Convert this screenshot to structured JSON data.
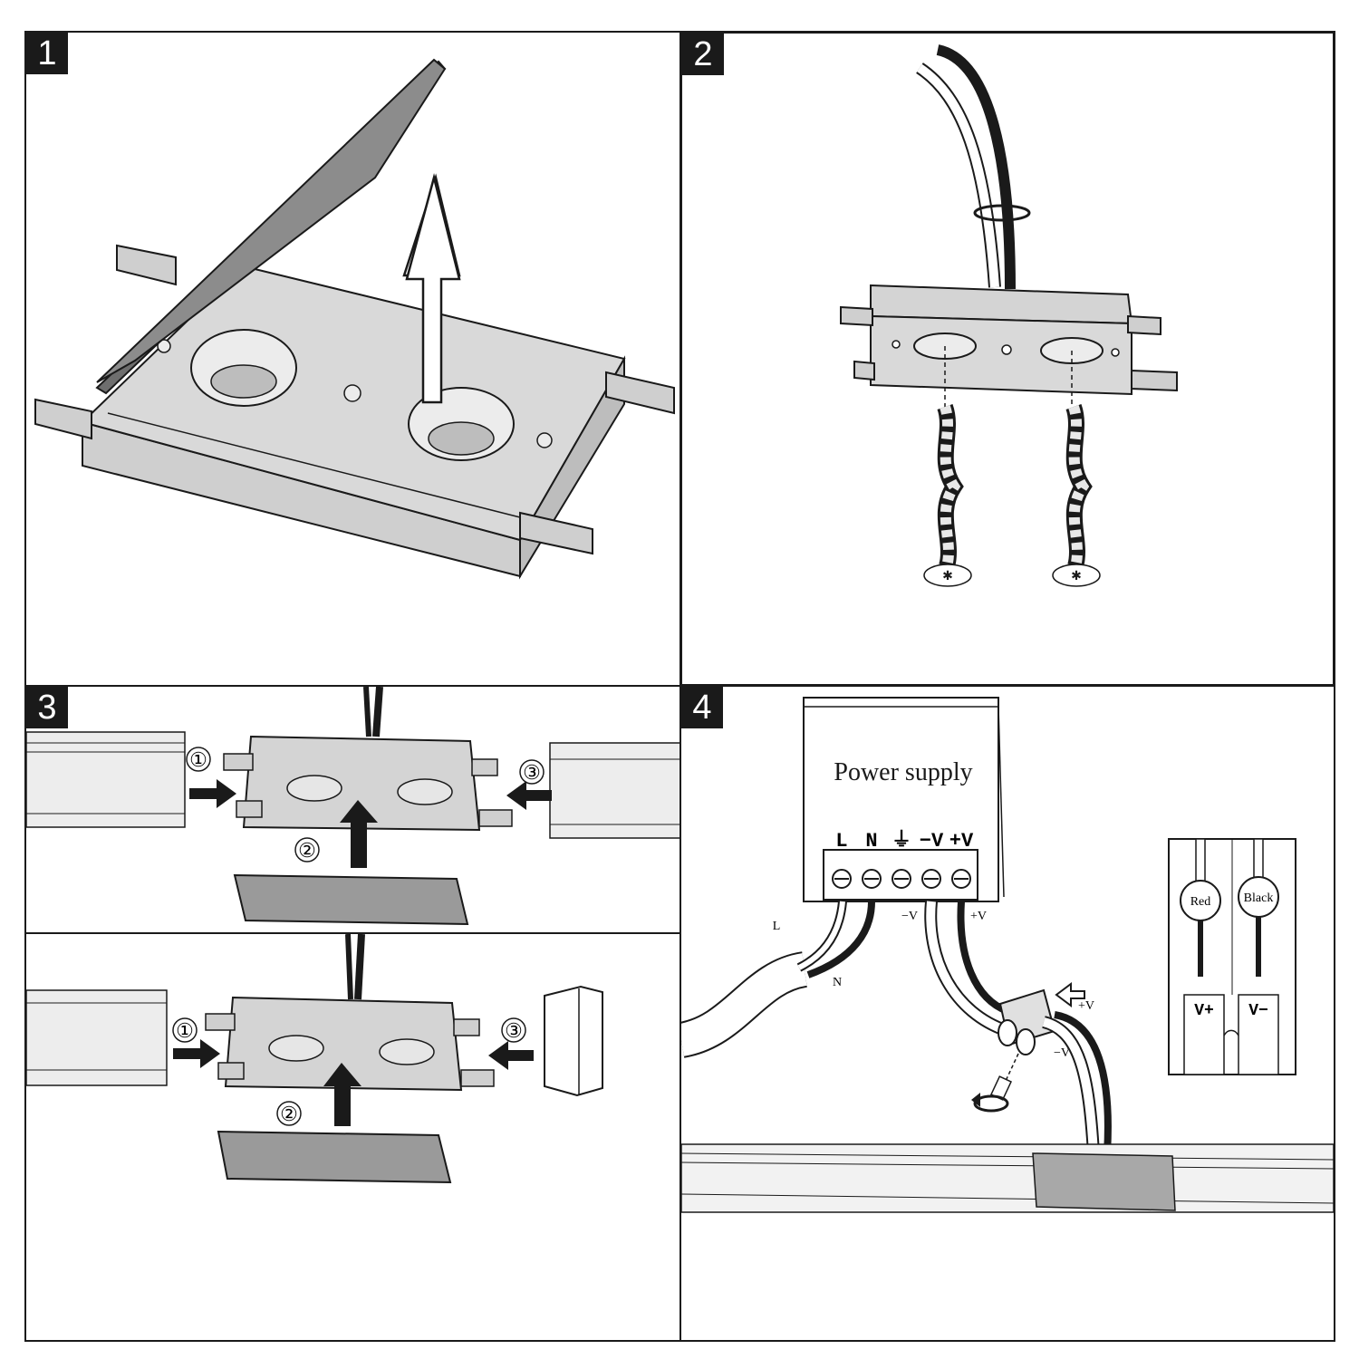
{
  "steps": [
    {
      "number": "1"
    },
    {
      "number": "2"
    },
    {
      "number": "3"
    },
    {
      "number": "4"
    }
  ],
  "step3": {
    "markers": [
      "①",
      "②",
      "③"
    ]
  },
  "step4": {
    "power_supply_label": "Power supply",
    "terminals": [
      "L",
      "N",
      "⏚",
      "−V",
      "+V"
    ],
    "wire_labels": {
      "L": "L",
      "N": "N",
      "minus_v": "−V",
      "plus_v": "+V"
    },
    "connector_labels": {
      "plus_v": "+V",
      "minus_v": "−V"
    },
    "legend": {
      "left_wire": "Red",
      "right_wire": "Black",
      "left_slot": "V+",
      "right_slot": "V−"
    }
  },
  "colors": {
    "line": "#1a1a1a",
    "part_fill": "#d4d4d4",
    "lid_fill": "#8c8c8c",
    "cover_fill": "#9a9a9a"
  }
}
